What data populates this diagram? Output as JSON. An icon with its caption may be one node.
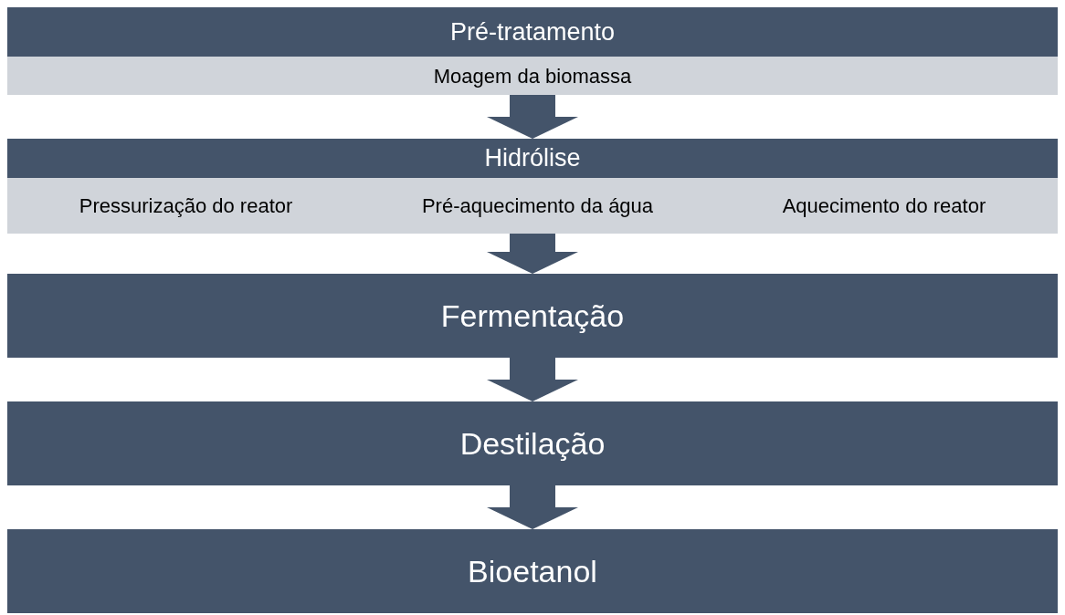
{
  "diagram": {
    "nodes": [
      {
        "text": [
          "Pré-tratamento"
        ]
      },
      {
        "text": [
          "Moagem da biomassa"
        ],
        "in": 0
      },
      {
        "text": [
          "Hidrólise"
        ]
      },
      {
        "text": [
          "Pressurização do reator",
          "Pré-aquecimento da água",
          "Aquecimento do reator"
        ],
        "in": 2
      },
      {
        "text": [
          "Fermentação"
        ]
      },
      {
        "text": [
          "Destilação"
        ]
      },
      {
        "text": [
          "Bioetanol"
        ]
      }
    ],
    "edges": [
      {
        "from": 0,
        "to": 2,
        "arrow": "to"
      },
      {
        "from": 2,
        "to": 4,
        "arrow": "to"
      },
      {
        "from": 4,
        "to": 5,
        "arrow": "to"
      },
      {
        "from": 5,
        "to": 6,
        "arrow": "to"
      }
    ]
  }
}
